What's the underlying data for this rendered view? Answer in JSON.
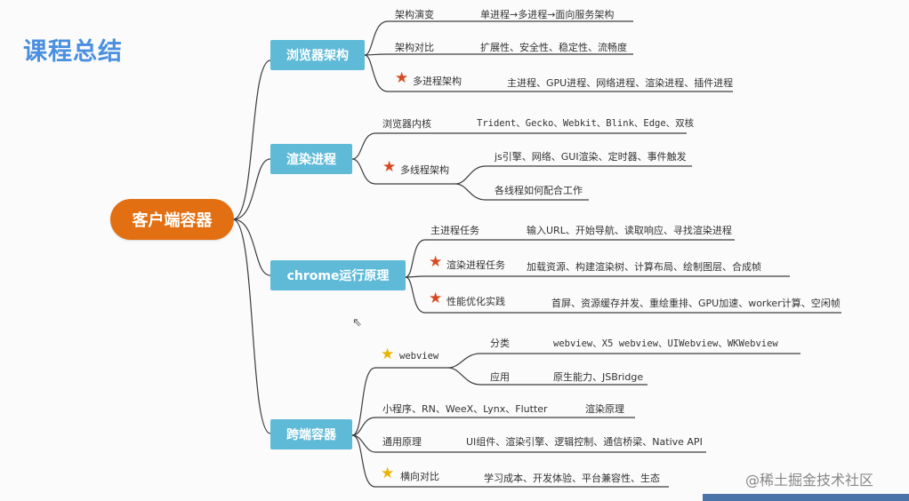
{
  "title": "课程总结",
  "root": "客户端容器",
  "branches": [
    {
      "label": "浏览器架构",
      "items": [
        {
          "label": "架构演变",
          "detail": "单进程→多进程→面向服务架构",
          "star": ""
        },
        {
          "label": "架构对比",
          "detail": "扩展性、安全性、稳定性、流畅度",
          "star": ""
        },
        {
          "label": "多进程架构",
          "detail": "主进程、GPU进程、网络进程、渲染进程、插件进程",
          "star": "red"
        }
      ]
    },
    {
      "label": "渲染进程",
      "items": [
        {
          "label": "浏览器内核",
          "detail": "Trident、Gecko、Webkit、Blink、Edge、双核",
          "star": ""
        },
        {
          "label": "多线程架构",
          "details": [
            "js引擎、网络、GUI渲染、定时器、事件触发",
            "各线程如何配合工作"
          ],
          "star": "red"
        }
      ]
    },
    {
      "label": "chrome运行原理",
      "items": [
        {
          "label": "主进程任务",
          "detail": "输入URL、开始导航、读取响应、寻找渲染进程",
          "star": ""
        },
        {
          "label": "渲染进程任务",
          "detail": "加载资源、构建渲染树、计算布局、绘制图层、合成帧",
          "star": "red"
        },
        {
          "label": "性能优化实践",
          "detail": "首屏、资源缓存并发、重绘重排、GPU加速、worker计算、空闲帧",
          "star": "red"
        }
      ]
    },
    {
      "label": "跨端容器",
      "items": [
        {
          "label": "webview",
          "star": "gold",
          "children": [
            {
              "label": "分类",
              "detail": "webview、X5 webview、UIWebview、WKWebview"
            },
            {
              "label": "应用",
              "detail": "原生能力、JSBridge"
            }
          ]
        },
        {
          "label": "小程序、RN、WeeX、Lynx、Flutter",
          "detail": "渲染原理",
          "star": ""
        },
        {
          "label": "通用原理",
          "detail": "UI组件、渲染引擎、逻辑控制、通信桥梁、Native API",
          "star": ""
        },
        {
          "label": "横向对比",
          "detail": "学习成本、开发体验、平台兼容性、生态",
          "star": "gold"
        }
      ]
    }
  ],
  "watermark": "@稀土掘金技术社区",
  "colors": {
    "title": "#4a8fe0",
    "root": "#e26f12",
    "branch": "#5fbad8",
    "line": "#3a3a3a",
    "star_red": "#d84a22",
    "star_gold": "#e8b400"
  }
}
